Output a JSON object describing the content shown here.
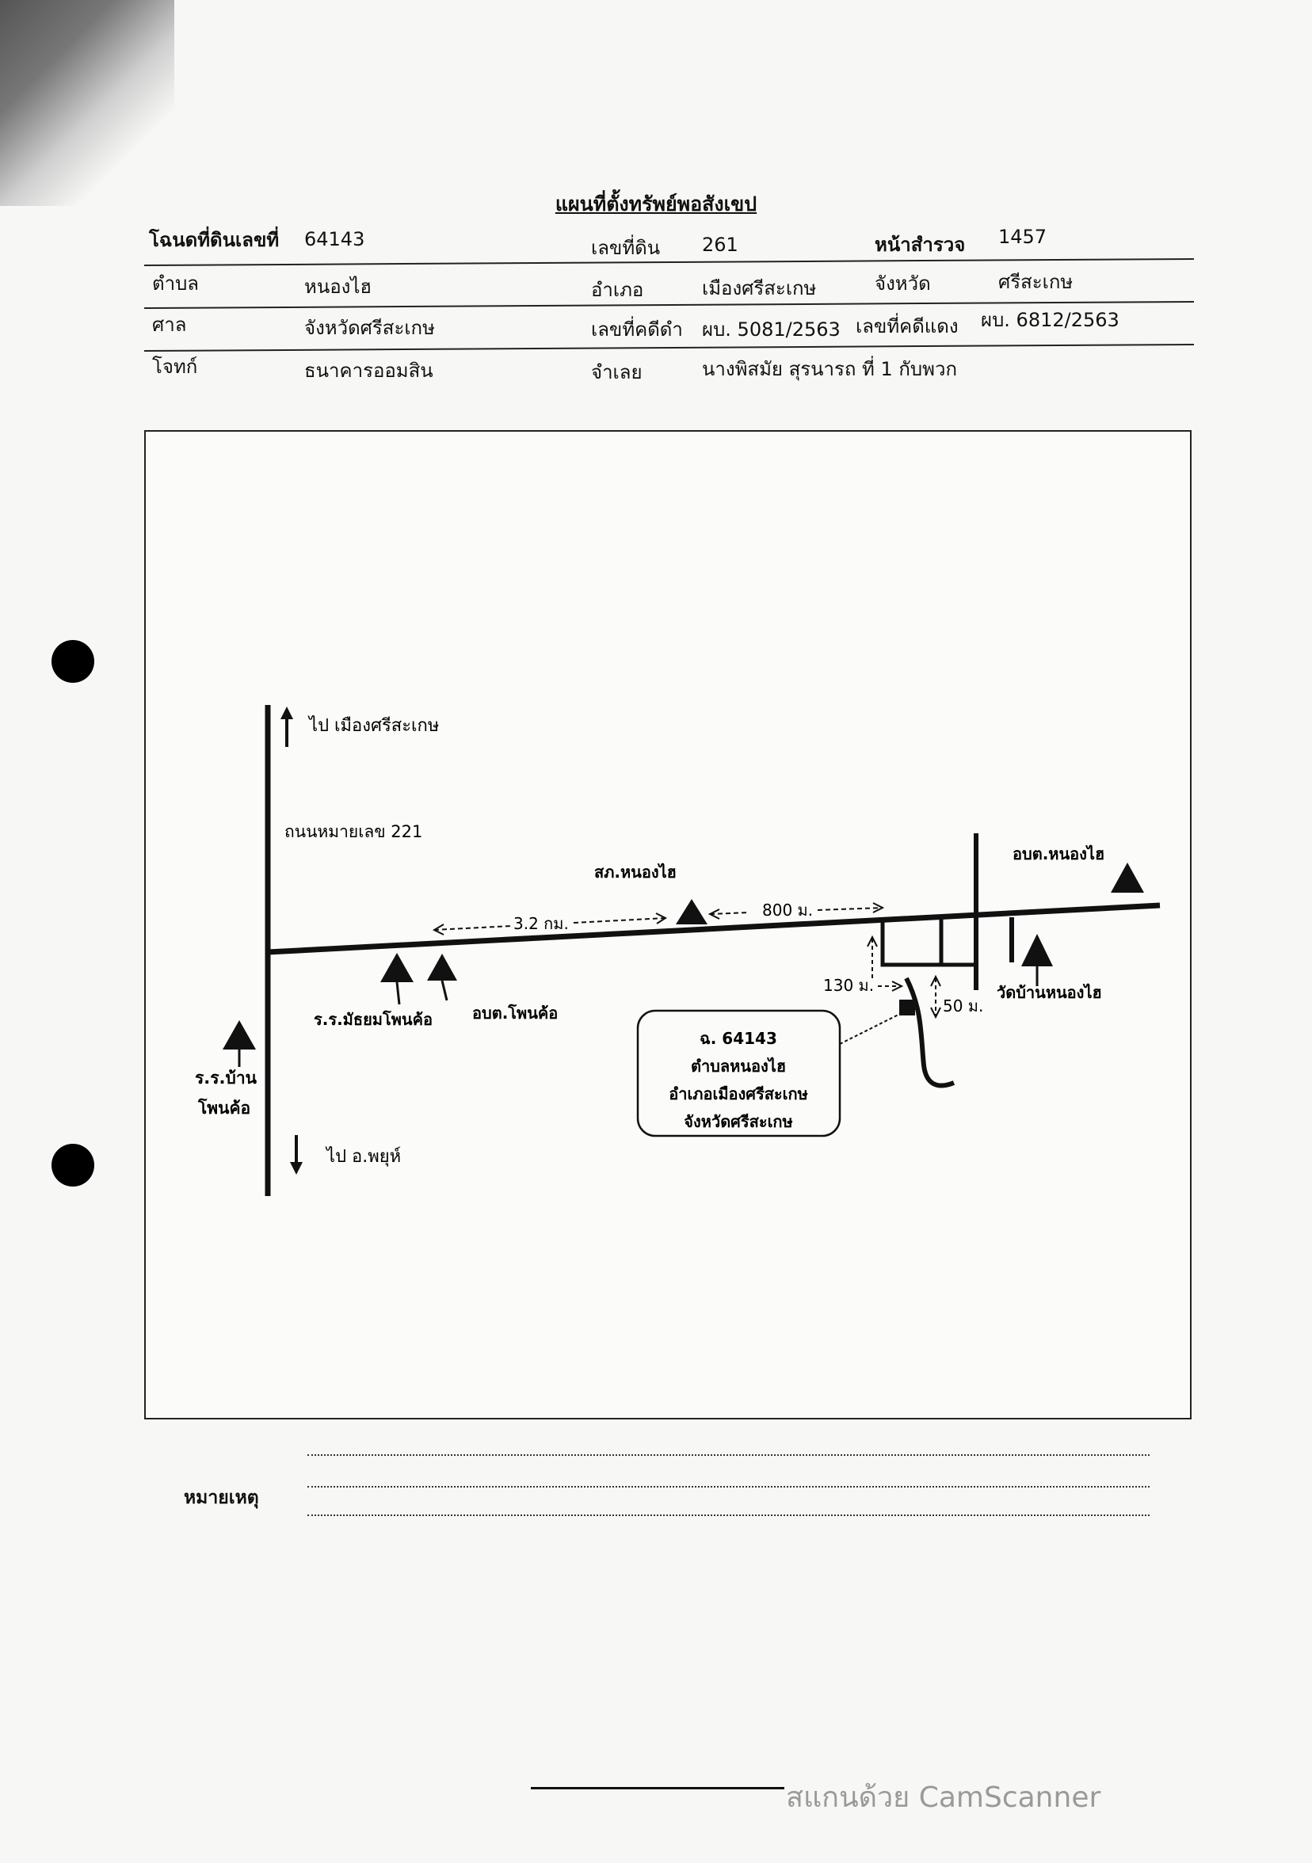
{
  "document": {
    "title": "แผนที่ตั้งทรัพย์พอสังเขป"
  },
  "header": {
    "row1": {
      "deed_label": "โฉนดที่ดินเลขที่",
      "deed_value": "64143",
      "land_no_label": "เลขที่ดิน",
      "land_no_value": "261",
      "survey_label": "หน้าสำรวจ",
      "survey_value": "1457"
    },
    "row2": {
      "tambon_label": "ตำบล",
      "tambon_value": "หนองไฮ",
      "amphoe_label": "อำเภอ",
      "amphoe_value": "เมืองศรีสะเกษ",
      "province_label": "จังหวัด",
      "province_value": "ศรีสะเกษ"
    },
    "row3": {
      "court_label": "ศาล",
      "court_value": "จังหวัดศรีสะเกษ",
      "black_case_label": "เลขที่คดีดำ",
      "black_case_value": "ผบ. 5081/2563",
      "red_case_label": "เลขที่คดีแดง",
      "red_case_value": "ผบ. 6812/2563"
    },
    "row4": {
      "plaintiff_label": "โจทก์",
      "plaintiff_value": "ธนาคารออมสิน",
      "defendant_label": "จำเลย",
      "defendant_value": "นางพิสมัย สุรนารถ ที่ 1 กับพวก"
    }
  },
  "map": {
    "to_city": "ไป เมืองศรีสะเกษ",
    "road_name": "ถนนหมายเลข 221",
    "to_district": "ไป อ.พยุห์",
    "school_ban_line1": "ร.ร.บ้าน",
    "school_ban_line2": "โพนค้อ",
    "school_matthayom": "ร.ร.มัธยมโพนค้อ",
    "obt_phonkho": "อบต.โพนค้อ",
    "police_station": "สภ.หนองไฮ",
    "obt_nongha": "อบต.หนองไฮ",
    "temple": "วัดบ้านหนองไฮ",
    "dist_3_2km": "3.2 กม.",
    "dist_800m": "800 ม.",
    "dist_130m": "130 ม.",
    "dist_50m": "50 ม.",
    "parcel_line1": "ฉ. 64143",
    "parcel_line2": "ตำบลหนองไฮ",
    "parcel_line3": "อำเภอเมืองศรีสะเกษ",
    "parcel_line4": "จังหวัดศรีสะเกษ"
  },
  "remarks": {
    "label": "หมายเหตุ"
  },
  "watermark": {
    "text": "สแกนด้วย CamScanner"
  }
}
